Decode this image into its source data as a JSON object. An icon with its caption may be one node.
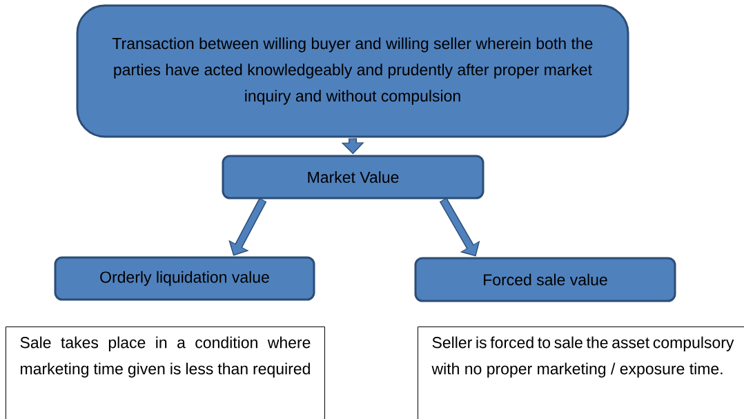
{
  "diagram": {
    "nodes": [
      {
        "text": [
          "Transaction between willing buyer and willing seller wherein both the parties have acted knowledgeably and prudently after proper market inquiry and without compulsion"
        ]
      },
      {
        "text": [
          "Market Value"
        ]
      },
      {
        "text": [
          "Orderly liquidation value"
        ]
      },
      {
        "text": [
          "Forced sale value"
        ]
      },
      {
        "text": [
          "Sale takes place in a condition where marketing time given is less than required"
        ]
      },
      {
        "text": [
          "Seller is forced to sale the asset compulsory with no proper marketing / exposure time."
        ]
      }
    ],
    "edges": [
      {
        "from": 0,
        "to": 1,
        "arrow": "to"
      },
      {
        "from": 1,
        "to": 2,
        "arrow": "to"
      },
      {
        "from": 1,
        "to": 3,
        "arrow": "to"
      }
    ]
  }
}
